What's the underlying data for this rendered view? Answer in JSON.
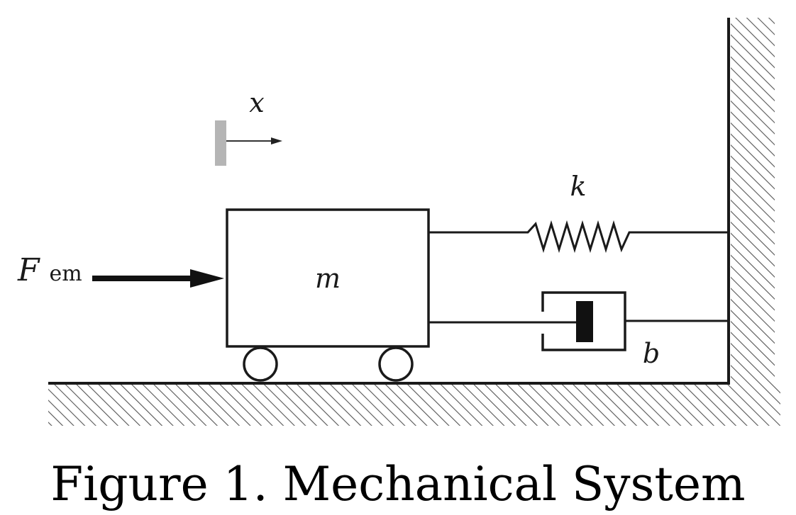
{
  "labels": {
    "displacement": "x",
    "spring_constant": "k",
    "mass": "m",
    "damping": "b",
    "force_symbol": "F",
    "force_subscript": "em"
  },
  "caption": "Figure 1. Mechanical System"
}
